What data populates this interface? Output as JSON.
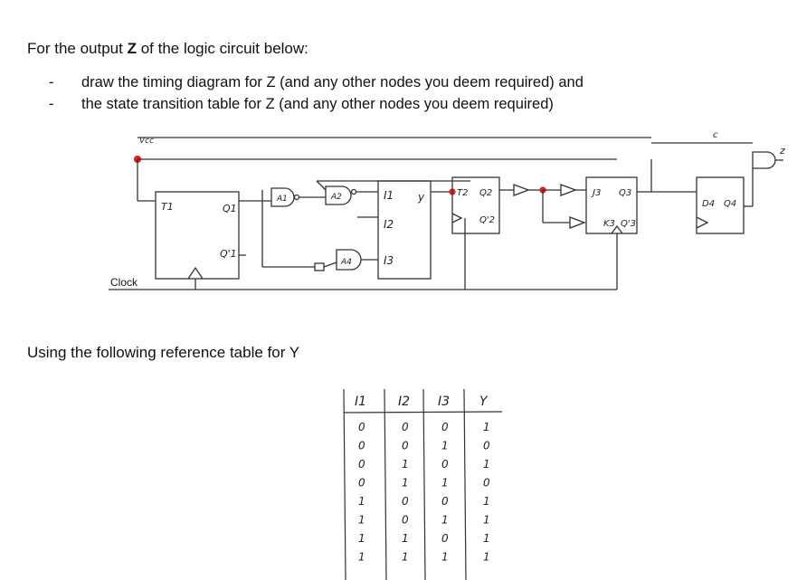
{
  "question": {
    "intro_prefix": "For the output ",
    "intro_bold": "Z",
    "intro_suffix": " of the logic circuit below:",
    "bullets": [
      "draw the timing diagram for Z (and any other nodes you deem required) and",
      "the state transition table for Z (and any other nodes you deem required)"
    ],
    "reference_text": "Using the following reference table for Y"
  },
  "circuit": {
    "vcc": "Vcc",
    "clock": "Clock",
    "ff1_t": "T1",
    "ff1_q": "Q1",
    "ff1_qbar": "Q'1",
    "gate_a1": "A1",
    "gate_a2": "A2",
    "gate_a4": "A4",
    "mux_i1": "I1",
    "mux_i2": "I2",
    "mux_i3": "I3",
    "mux_y": "y",
    "ff2_t": "T2",
    "ff2_q": "Q2",
    "ff2_qbar": "Q'2",
    "ff3_j": "J3",
    "ff3_q": "Q3",
    "ff3_k": "K3",
    "ff3_qbar": "Q'3",
    "ff4_d": "D4",
    "ff4_q": "Q4",
    "out_c": "c",
    "out_z": "z"
  },
  "table": {
    "headers": [
      "I1",
      "I2",
      "I3",
      "Y"
    ],
    "rows": [
      [
        "0",
        "0",
        "0",
        "1"
      ],
      [
        "0",
        "0",
        "1",
        "0"
      ],
      [
        "0",
        "1",
        "0",
        "1"
      ],
      [
        "0",
        "1",
        "1",
        "0"
      ],
      [
        "1",
        "0",
        "0",
        "1"
      ],
      [
        "1",
        "0",
        "1",
        "1"
      ],
      [
        "1",
        "1",
        "0",
        "1"
      ],
      [
        "1",
        "1",
        "1",
        "1"
      ]
    ]
  }
}
